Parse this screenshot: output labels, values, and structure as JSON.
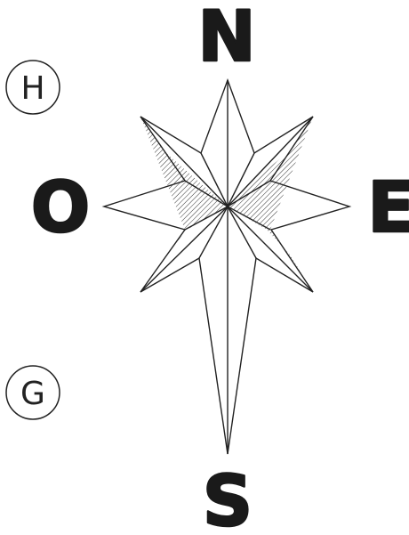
{
  "compass": {
    "cardinals": {
      "north": "N",
      "east": "E",
      "south": "S",
      "west": "O"
    },
    "markers": [
      {
        "label": "H"
      },
      {
        "label": "G"
      }
    ],
    "colors": {
      "ink": "#1a1a1a",
      "paper": "#ffffff"
    }
  }
}
